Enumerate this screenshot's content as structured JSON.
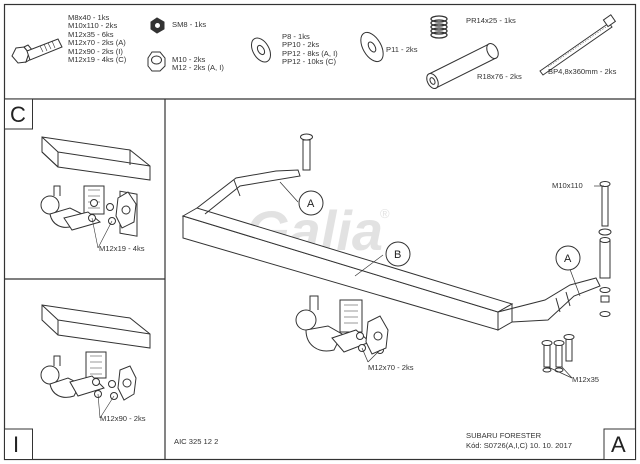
{
  "parts_list": {
    "bolt_group": [
      "M8x40 - 1ks",
      "M10x110 - 2ks",
      "M12x35 - 6ks",
      "M12x70 - 2ks (A)",
      "M12x90 - 2ks (I)",
      "M12x19 - 4ks (C)"
    ],
    "nut_group_1": "SM8 - 1ks",
    "nut_group_2": [
      "M10 - 2ks",
      "M12 - 2ks (A, I)"
    ],
    "washer_group": [
      "P8 - 1ks",
      "PP10 - 2ks",
      "PP12 - 8ks (A, I)",
      "PP12 - 10ks (C)"
    ],
    "washer_large": "P11 - 2ks",
    "spring": "PR14x25 - 1ks",
    "tube": "R18x76 - 2ks",
    "tie": "BP4,8x360mm - 2ks"
  },
  "panels": {
    "c_letter": "C",
    "i_letter": "I",
    "a_letter": "A",
    "c_bolt_label": "M12x19 - 4ks",
    "i_bolt_label": "M12x90 - 2ks"
  },
  "main": {
    "callout_a1": "A",
    "callout_b": "B",
    "callout_a2": "A",
    "label_m10x110": "M10x110",
    "label_m12x70": "M12x70 - 2ks",
    "label_m12x35": "M12x35",
    "watermark": "Galia",
    "watermark_mark": "®"
  },
  "footer": {
    "doc_code": "AIC 325 12 2",
    "vehicle": "SUBARU FORESTER",
    "code_line": "Kód: S0726(A,I,C)  10. 10. 2017"
  }
}
